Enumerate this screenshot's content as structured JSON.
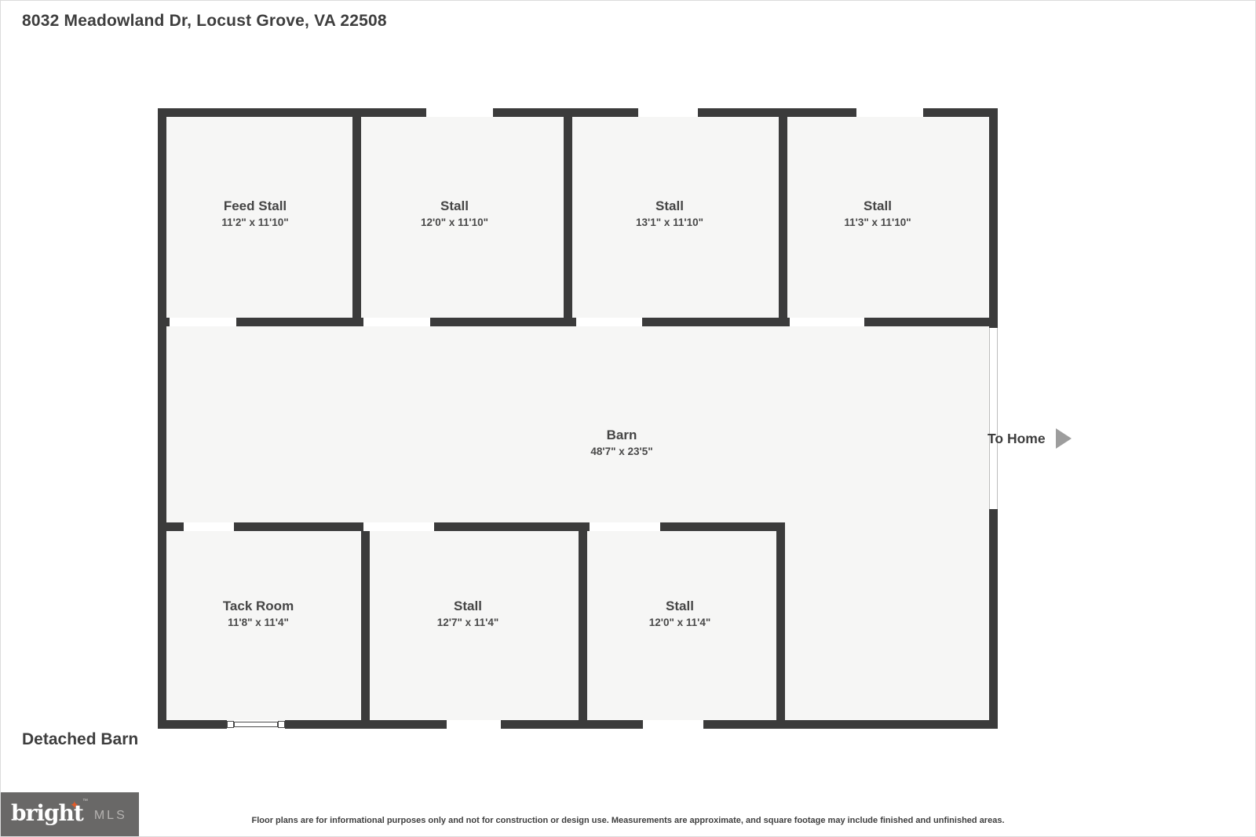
{
  "header": {
    "title": "8032 Meadowland Dr, Locust Grove, VA 22508"
  },
  "plan": {
    "caption": "Detached Barn",
    "to_home_label": "To Home",
    "rooms": [
      {
        "name": "Feed Stall",
        "dims": "11'2\" x 11'10\""
      },
      {
        "name": "Stall",
        "dims": "12'0\" x 11'10\""
      },
      {
        "name": "Stall",
        "dims": "13'1\" x 11'10\""
      },
      {
        "name": "Stall",
        "dims": "11'3\" x 11'10\""
      },
      {
        "name": "Barn",
        "dims": "48'7\" x 23'5\""
      },
      {
        "name": "Tack Room",
        "dims": "11'8\" x 11'4\""
      },
      {
        "name": "Stall",
        "dims": "12'7\" x 11'4\""
      },
      {
        "name": "Stall",
        "dims": "12'0\" x 11'4\""
      }
    ]
  },
  "footer": {
    "logo": {
      "word": "bright",
      "star": "✦",
      "tm": "™",
      "suffix": "MLS"
    },
    "disclaimer": "Floor plans are for informational purposes only and not for construction or design use. Measurements are approximate, and square footage may include finished and unfinished areas."
  },
  "colors": {
    "wall": "#3b3b3b",
    "floor": "#f6f6f5",
    "logo_box": "#696867",
    "logo_star": "#e05b2b",
    "arrow": "#9d9d9d"
  }
}
